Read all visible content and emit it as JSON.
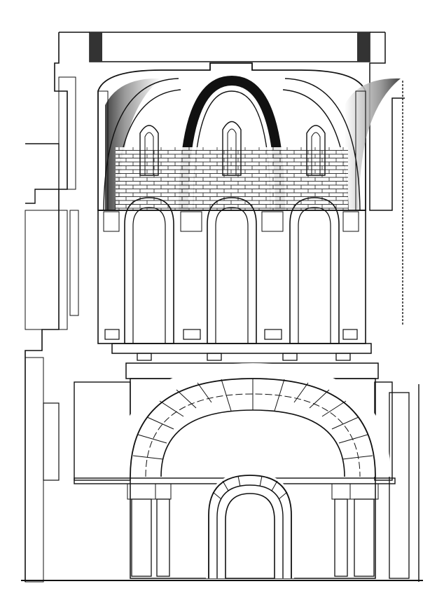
{
  "drawing": {
    "kind": "architectural-section",
    "ink_color": "#111111",
    "paper_color": "#ffffff",
    "hatch_color": "#222222",
    "upper_window_count": 3,
    "upper_arcade_count": 3,
    "lower_arch_count": 1,
    "doorway_count": 1
  }
}
